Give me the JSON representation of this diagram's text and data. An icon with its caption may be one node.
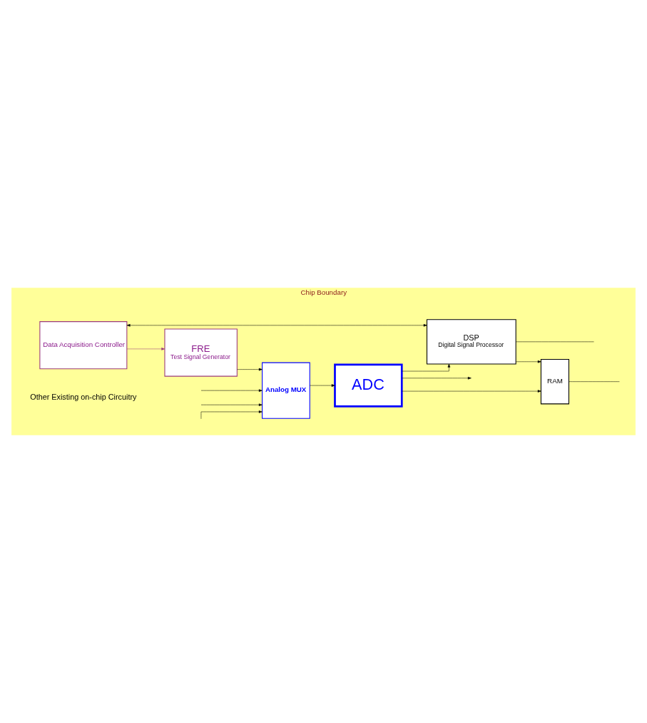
{
  "diagram": {
    "nodes": [
      {
        "text": [
          "Chip Boundary"
        ]
      },
      {
        "text": [
          "Analog MUX"
        ],
        "in": 0
      },
      {
        "text": [
          "ADC"
        ],
        "in": 0
      },
      {
        "text": [
          "FRE",
          "Test Signal Generator"
        ],
        "in": 0
      },
      {
        "text": [
          "Data Acquisition Controller"
        ],
        "in": 0
      },
      {
        "text": [
          "DSP",
          "Digital Signal Processor"
        ],
        "in": 0
      },
      {
        "text": [
          "RAM"
        ],
        "in": 0
      }
    ],
    "edges": [
      {
        "from": null,
        "to": 1,
        "arrow": "to"
      },
      {
        "from": null,
        "to": 1,
        "arrow": "to"
      },
      {
        "from": null,
        "to": 1,
        "arrow": "to"
      },
      {
        "from": 3,
        "to": 1,
        "arrow": "to"
      },
      {
        "from": 1,
        "to": 2,
        "arrow": "to"
      },
      {
        "from": 2,
        "to": null,
        "arrow": "to"
      },
      {
        "from": 2,
        "to": 6,
        "arrow": "to"
      },
      {
        "from": 2,
        "to": 5,
        "arrow": "to"
      },
      {
        "from": 4,
        "to": 3,
        "arrow": "to",
        "color": "#9b3a7a"
      },
      {
        "from": 4,
        "to": 5,
        "arrow": "both"
      },
      {
        "from": 5,
        "to": 6,
        "arrow": "to"
      },
      {
        "from": 5,
        "to": null,
        "arrow": "none"
      },
      {
        "from": 6,
        "to": null,
        "arrow": "none"
      }
    ],
    "labels": [
      "Other Existing on-chip Circuitry"
    ]
  }
}
